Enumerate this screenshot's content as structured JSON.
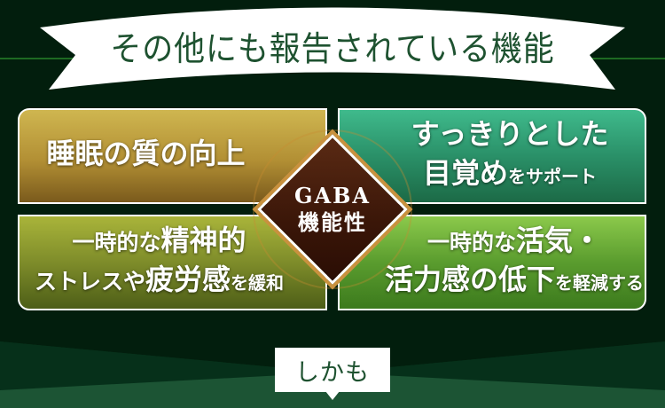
{
  "header": {
    "ribbon_title": "その他にも報告されている機能"
  },
  "center_badge": {
    "line1": "GABA",
    "line2": "機能性"
  },
  "panels": [
    {
      "position": "top-left",
      "lines": [
        [
          "睡眠",
          "の",
          "質",
          "の向上"
        ]
      ],
      "text": "睡眠の質の向上",
      "color": "#b28f34"
    },
    {
      "position": "top-right",
      "lines": [
        [
          "すっきりとした"
        ],
        [
          "目覚め",
          "をサポート"
        ]
      ],
      "text_line1": "すっきりとした",
      "text_line2a": "目覚め",
      "text_line2b": "をサポート",
      "color": "#2a9068"
    },
    {
      "position": "bottom-left",
      "text_line1a": "一時的な",
      "text_line1b": "精神的",
      "text_line2a": "ストレスや",
      "text_line2b": "疲労感",
      "text_line2c": "を緩和",
      "color": "#7e8c2a"
    },
    {
      "position": "bottom-right",
      "text_line1a": "一時的な",
      "text_line1b": "活気・",
      "text_line2a": "活力感の",
      "text_line2b": "低下",
      "text_line2c": "を軽減する",
      "color": "#5a9c2e"
    }
  ],
  "footer": {
    "callout": "しかも"
  },
  "colors": {
    "background": "#021e0d",
    "accent_line": "#1e6a22",
    "ribbon_text": "#1e5230",
    "badge_brown": "#3a1608",
    "badge_gold": "#c9913e"
  }
}
